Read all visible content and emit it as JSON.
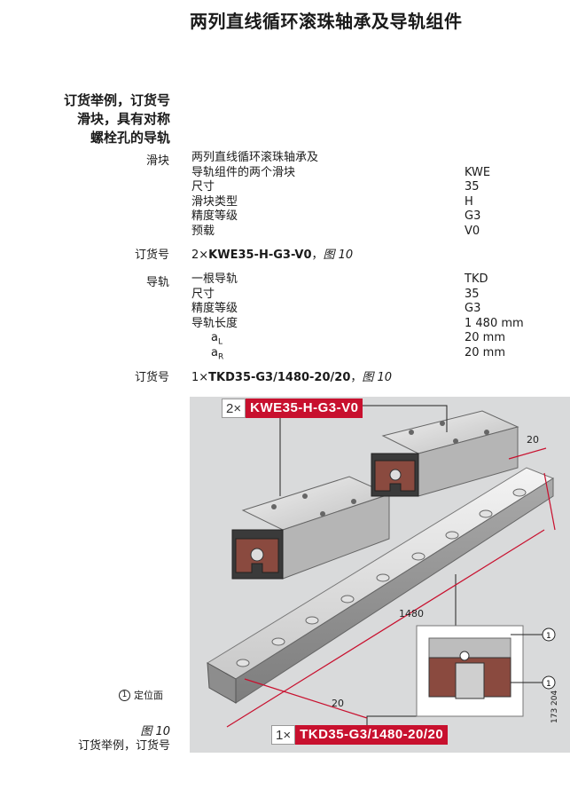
{
  "page_title": "两列直线循环滚珠轴承及导轨组件",
  "section_heading": [
    "订货举例，订货号",
    "滑块，具有对称",
    "螺栓孔的导轨"
  ],
  "carriage": {
    "label": "滑块",
    "rows": [
      {
        "text": "两列直线循环滚珠轴承及",
        "value": ""
      },
      {
        "text": "导轨组件的两个滑块",
        "value": "KWE"
      },
      {
        "text": "尺寸",
        "value": "35"
      },
      {
        "text": "滑块类型",
        "value": "H"
      },
      {
        "text": "精度等级",
        "value": "G3"
      },
      {
        "text": "预载",
        "value": "V0"
      }
    ]
  },
  "carriage_order": {
    "label": "订货号",
    "qty": "2×",
    "code": "KWE35-H-G3-V0",
    "sep": "，",
    "figref": "图 10"
  },
  "rail": {
    "label": "导轨",
    "rows": [
      {
        "text": "一根导轨",
        "value": "TKD"
      },
      {
        "text": "尺寸",
        "value": "35"
      },
      {
        "text": "精度等级",
        "value": "G3"
      },
      {
        "text": "导轨长度",
        "value": "1 480 mm"
      }
    ],
    "aL": {
      "sym": "a",
      "sub": "L",
      "value": "20 mm"
    },
    "aR": {
      "sym": "a",
      "sub": "R",
      "value": "20 mm"
    }
  },
  "rail_order": {
    "label": "订货号",
    "qty": "1×",
    "code": "TKD35-G3/1480-20/20",
    "sep": "，",
    "figref": "图 10"
  },
  "figure": {
    "callout_top": {
      "qty": "2×",
      "code": "KWE35-H-G3-V0"
    },
    "callout_bottom": {
      "qty": "1×",
      "code": "TKD35-G3/1480-20/20"
    },
    "dim_length": "1480",
    "dim_left": "20",
    "dim_right": "20",
    "inset_marker_1": "1",
    "inset_marker_2": "1",
    "colors": {
      "accent": "#c8102e",
      "background": "#d9dadb",
      "dimension": "#c8102e"
    }
  },
  "legend": {
    "num": "1",
    "text": "定位面"
  },
  "caption": {
    "fig": "图 10",
    "text": "订货举例，订货号"
  },
  "side_code": "173 204"
}
